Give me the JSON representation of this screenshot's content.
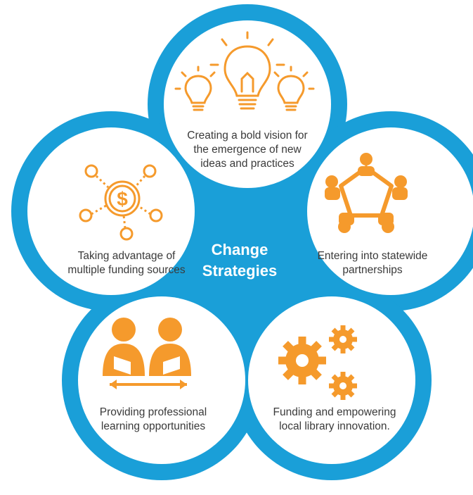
{
  "diagram": {
    "colors": {
      "ring": "#1a9fd8",
      "accent": "#f59a2c",
      "text": "#3a3a3a",
      "background": "#ffffff"
    },
    "center": {
      "line1": "Change",
      "line2": "Strategies"
    },
    "strategies": [
      {
        "id": "vision",
        "icon": "lightbulbs-icon",
        "lines": [
          "Creating a bold vision for",
          "the emergence of new",
          "ideas and practices"
        ]
      },
      {
        "id": "partnerships",
        "icon": "people-circle-icon",
        "lines": [
          "Entering into statewide",
          "partnerships"
        ]
      },
      {
        "id": "innovation",
        "icon": "gears-icon",
        "lines": [
          "Funding and empowering",
          "local library innovation."
        ]
      },
      {
        "id": "learning",
        "icon": "readers-icon",
        "lines": [
          "Providing professional",
          "learning opportunities"
        ]
      },
      {
        "id": "funding",
        "icon": "dollar-network-icon",
        "lines": [
          "Taking advantage of",
          "multiple funding sources"
        ]
      }
    ]
  }
}
